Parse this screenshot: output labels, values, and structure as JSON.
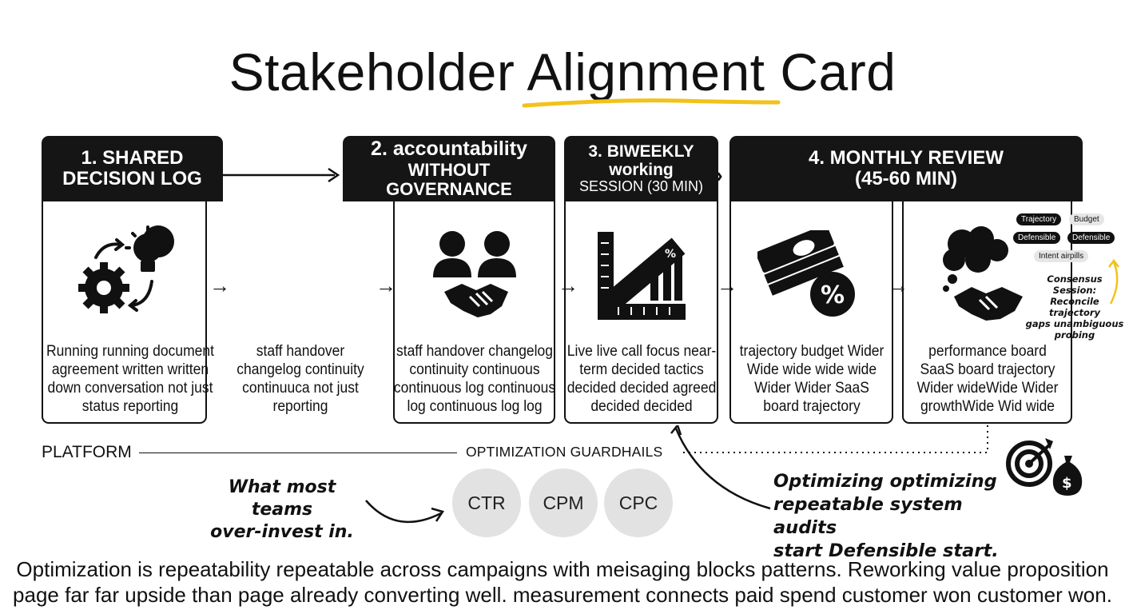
{
  "title": {
    "before": "Stakeholder ",
    "highlight": "Alignment",
    "after": " Card"
  },
  "steps": [
    {
      "line1": "1. SHARED",
      "line2": "DECISION LOG",
      "line3": "",
      "body": "Running running document agreement written written down conversation not just status reporting",
      "icon": "gear-lightbulb-icon"
    },
    {
      "line1": "2. accountability",
      "line2": "WITHOUT GOVERNANCE",
      "line3": "",
      "body_left": "staff handover changelog continuity continuuca not just reporting",
      "body": "staff handover changelog continuity continuous continuous log continuous log continuous log log",
      "icon": "people-handshake-icon"
    },
    {
      "line1": "3. BIWEEKLY",
      "line2": "working",
      "line3": "SESSION (30 MIN)",
      "body": "Live live call focus near-term decided tactics decided decided agreed decided decided",
      "icon": "ruler-chart-icon"
    },
    {
      "line1": "4. MONTHLY REVIEW",
      "line2": "(45-60 MIN)",
      "line3": "",
      "body": "trajectory budget Wider Wide wide wide wide Wider Wider SaaS board trajectory",
      "body_right": "performance board SaaS board trajectory Wider wideWide Wider growthWide Wid wide",
      "icon": "money-percent-icon",
      "icon_right": "thought-handshake-icon"
    }
  ],
  "tags": {
    "pills": [
      "Trajectory",
      "Budget",
      "Defensible",
      "Defensible",
      "Intent airpills"
    ],
    "note": [
      "Consensus",
      "Session:",
      "Reconcile trajectory",
      "gaps unambiguous",
      "probing"
    ]
  },
  "platform_label": "PLATFORM",
  "guardrails_label": "OPTIMIZATION GUARDHAILS",
  "metrics": [
    "CTR",
    "CPM",
    "CPC"
  ],
  "left_note": [
    "What most teams",
    "over-invest in."
  ],
  "right_note": [
    "Optimizing optimizing",
    "repeatable system audits",
    "start Defensible start."
  ],
  "footer": [
    "Optimization is repeatability repeatable across campaigns with meisaging blocks patterns. Reworking value proposition",
    "page far far upside than page already converting well. measurement connects paid spend customer won customer won."
  ],
  "colors": {
    "highlight": "#f2c21b",
    "dark": "#151515",
    "circle": "#e2e2e2",
    "note_arrow": "#f2c21b"
  }
}
